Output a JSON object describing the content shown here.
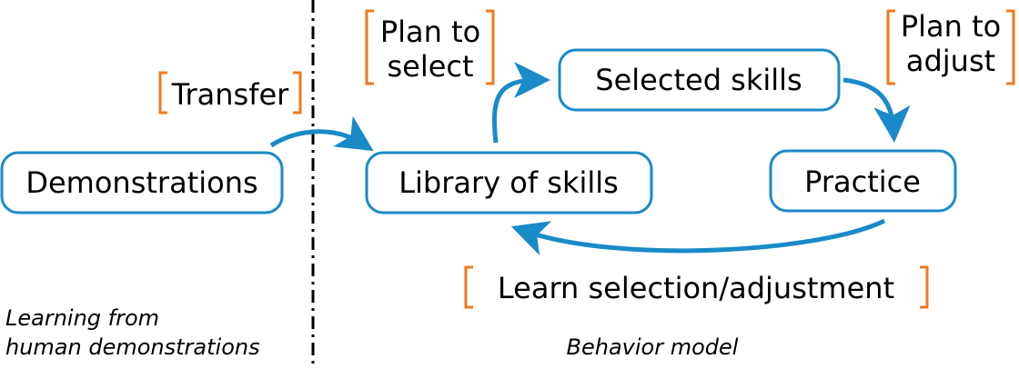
{
  "colors": {
    "node_border": "#1a8ac8",
    "arrow": "#1a8ac8",
    "bracket": "#f07a1e",
    "text": "#000000"
  },
  "nodes": {
    "demonstrations": "Demonstrations",
    "library": "Library of skills",
    "selected": "Selected skills",
    "practice": "Practice"
  },
  "annotations": {
    "transfer": "Transfer",
    "plan_to_select": [
      "Plan to",
      "select"
    ],
    "plan_to_adjust": [
      "Plan to",
      "adjust"
    ],
    "learn": "Learn selection/adjustment"
  },
  "captions": {
    "left": [
      "Learning from",
      "human demonstrations"
    ],
    "right": "Behavior model"
  }
}
